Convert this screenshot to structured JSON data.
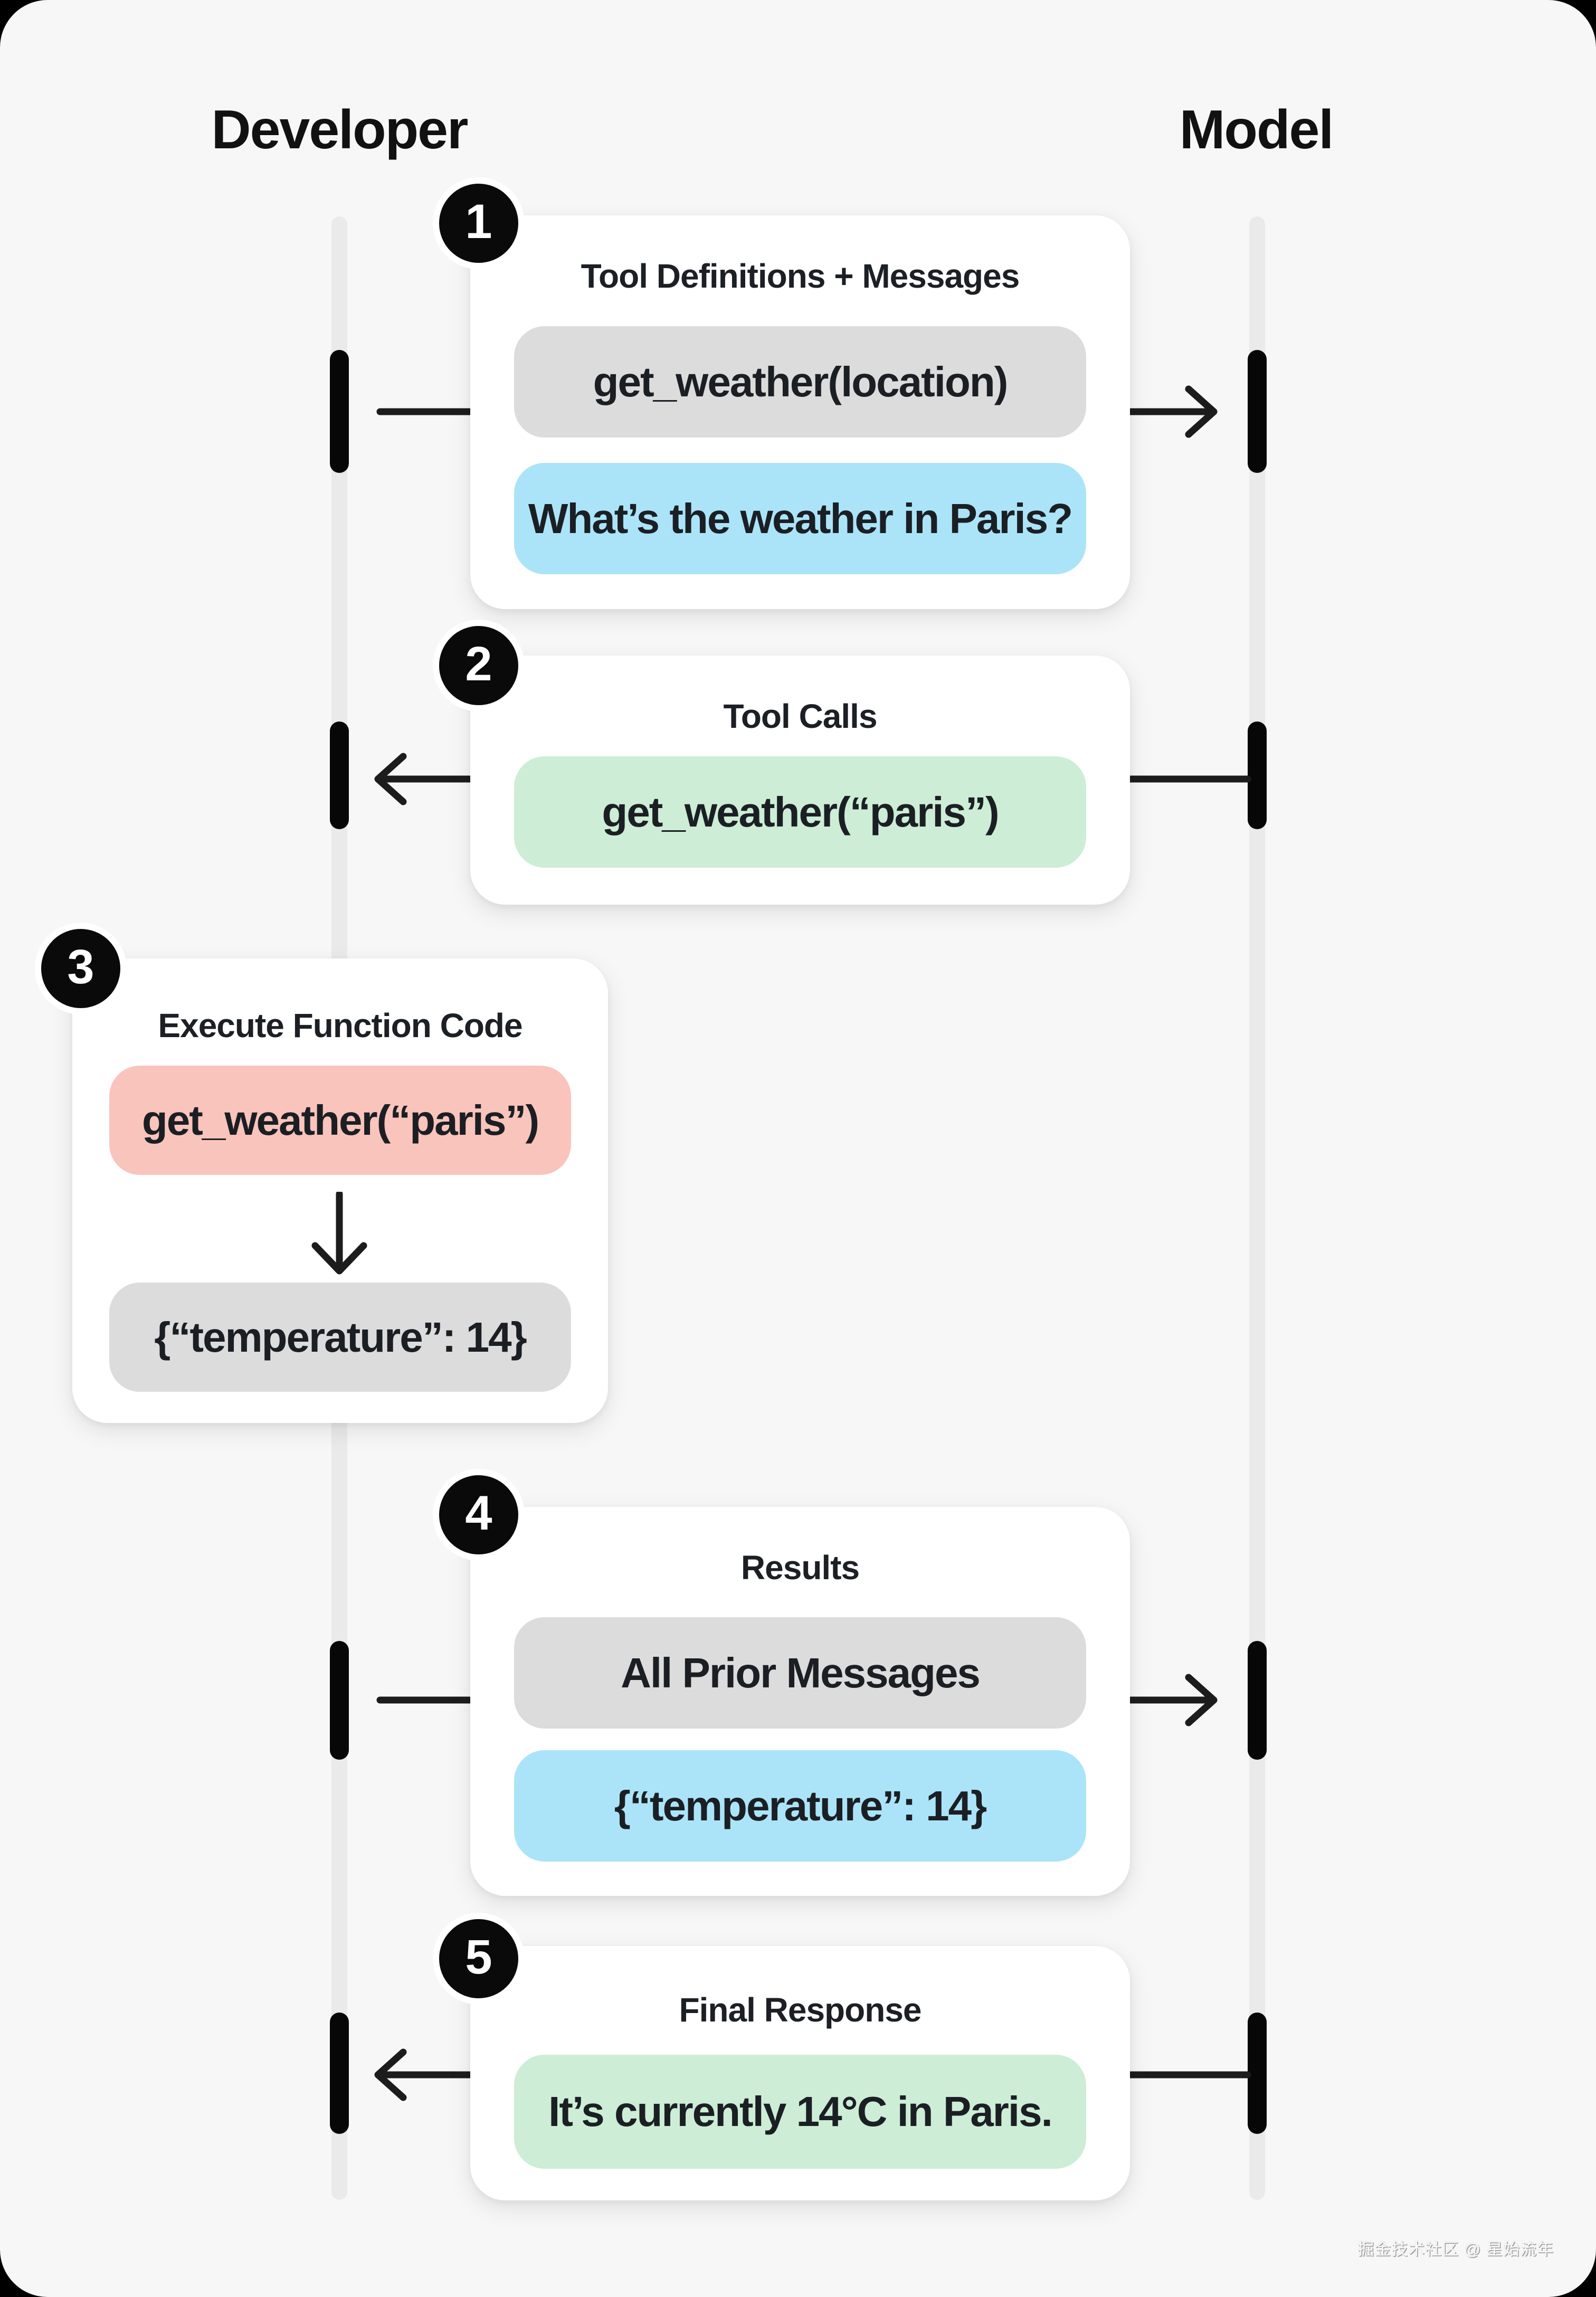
{
  "diagram": {
    "left_lane_label": "Developer",
    "right_lane_label": "Model",
    "watermark": "掘金技术社区 @ 星始流年",
    "steps": [
      {
        "number": "1",
        "title": "Tool Definitions + Messages",
        "direction": "developer-to-model",
        "pills": [
          {
            "text": "get_weather(location)",
            "color_key": "gray"
          },
          {
            "text": "What’s the weather in Paris?",
            "color_key": "blue"
          }
        ]
      },
      {
        "number": "2",
        "title": "Tool Calls",
        "direction": "model-to-developer",
        "pills": [
          {
            "text": "get_weather(“paris”)",
            "color_key": "green"
          }
        ]
      },
      {
        "number": "3",
        "title": "Execute Function Code",
        "direction": "local-execution",
        "pills": [
          {
            "text": "get_weather(“paris”)",
            "color_key": "pink"
          },
          {
            "text": "{“temperature”: 14}",
            "color_key": "gray"
          }
        ]
      },
      {
        "number": "4",
        "title": "Results",
        "direction": "developer-to-model",
        "pills": [
          {
            "text": "All Prior Messages",
            "color_key": "gray"
          },
          {
            "text": "{“temperature”: 14}",
            "color_key": "blue"
          }
        ]
      },
      {
        "number": "5",
        "title": "Final Response",
        "direction": "model-to-developer",
        "pills": [
          {
            "text": "It’s currently 14°C in Paris.",
            "color_key": "green"
          }
        ]
      }
    ],
    "colors": {
      "gray": "#dcdcdc",
      "blue": "#abe4f8",
      "green": "#cdedd6",
      "pink": "#f9c4bc",
      "background": "#f7f7f8",
      "card": "#ffffff",
      "ink": "#1a1a1a",
      "lifeline": "#eaeaea"
    }
  }
}
